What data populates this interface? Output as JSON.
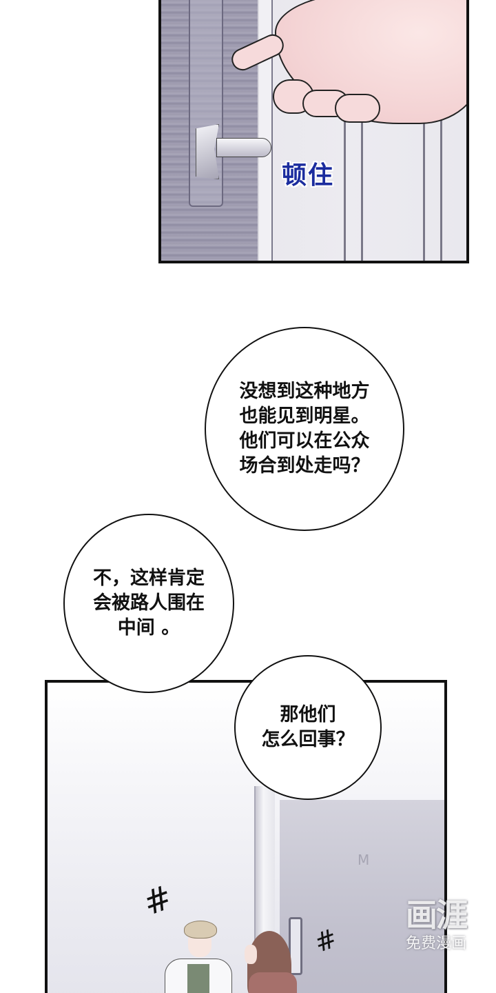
{
  "colors": {
    "panel_border": "#111111",
    "sfx_blue": "#1b2c9e",
    "door_gray": "#9c99ad",
    "hand_skin": "#f4d4d5",
    "background": "#ffffff"
  },
  "panel1": {
    "description": "hand reaching toward a door handle",
    "sfx_text": "顿住"
  },
  "bubbles": [
    {
      "text": "没想到这种地方\n也能见到明星。\n他们可以在公众\n场合到处走吗？"
    },
    {
      "text": "不，这样肯定\n会被路人围在\n中间 。"
    },
    {
      "text": "那他们\n怎么回事？"
    }
  ],
  "panel2": {
    "description": "a man and a woman standing near a door",
    "door_letter": "M",
    "sfx_left": "#",
    "sfx_right": "#"
  },
  "watermark": {
    "logo": "画涯",
    "subtitle": "免费漫画"
  }
}
